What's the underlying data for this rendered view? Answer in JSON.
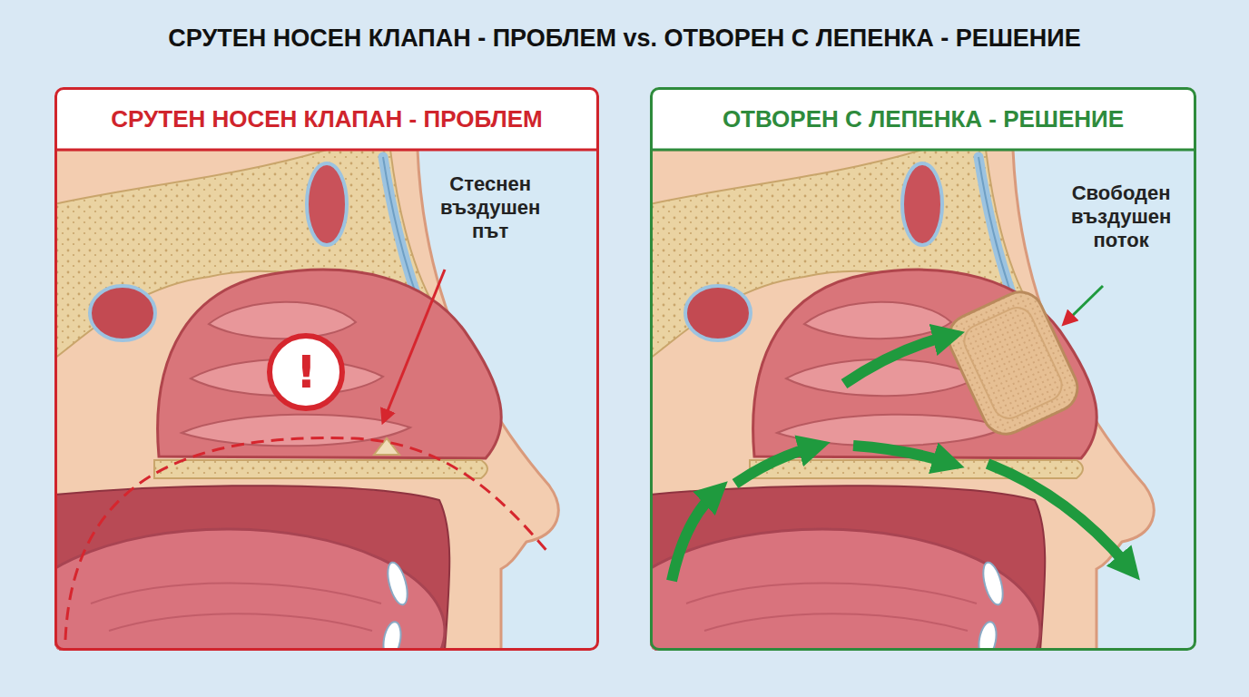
{
  "diagram": {
    "title": "СРУТЕН НОСЕН КЛАПАН - ПРОБЛЕМ vs. ОТВОРЕН С ЛЕПЕНКА - РЕШЕНИЕ",
    "nodes": [
      {
        "text": [
          "СРУТЕН НОСЕН КЛАПАН - ПРОБЛЕМ"
        ]
      },
      {
        "text": [
          "ОТВОРЕН С ЛЕПЕНКА - РЕШЕНИЕ"
        ]
      }
    ],
    "labels": [
      "Стеснен въздушен път",
      "!",
      "Свободен въздушен поток"
    ]
  }
}
